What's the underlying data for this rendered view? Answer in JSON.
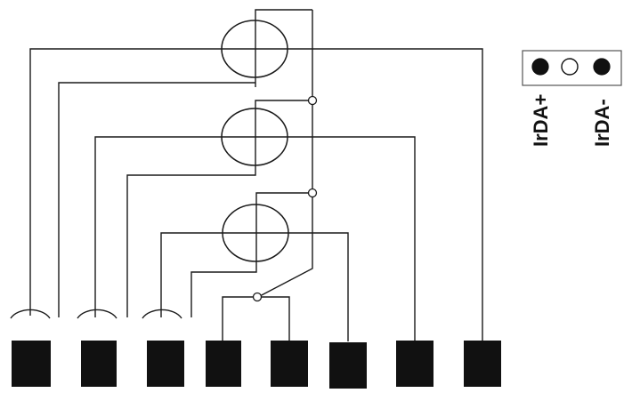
{
  "connector": {
    "pins": [
      {
        "state": "filled",
        "label": "IrDA+"
      },
      {
        "state": "open",
        "label": ""
      },
      {
        "state": "filled",
        "label": "IrDA-"
      }
    ]
  },
  "colors": {
    "ink": "#111111",
    "background": "#ffffff",
    "frame": "#555555"
  }
}
